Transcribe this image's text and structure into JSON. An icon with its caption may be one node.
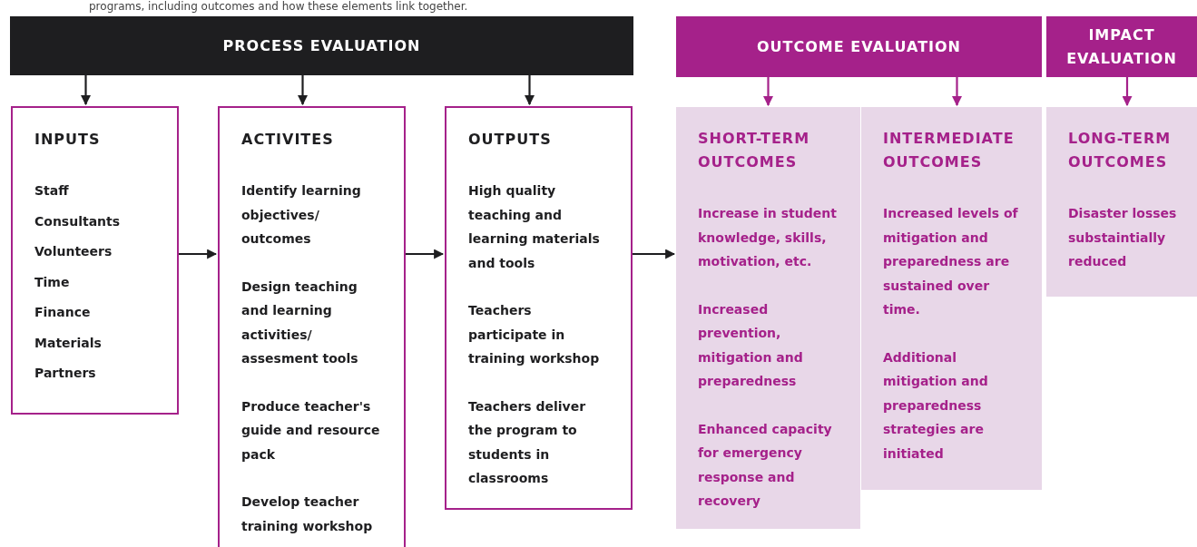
{
  "diagram": {
    "nodes": [
      {
        "text": [
          "PROCESS EVALUATION"
        ]
      },
      {
        "text": [
          "OUTCOME EVALUATION"
        ]
      },
      {
        "text": [
          "IMPACT EVALUATION"
        ]
      },
      {
        "text": [
          "INPUTS",
          "Staff",
          "Consultants",
          "Volunteers",
          "Time",
          "Finance",
          "Materials",
          "Partners"
        ]
      },
      {
        "text": [
          "ACTIVITES",
          "Identify learning objectives/ outcomes",
          "Design teaching and learning activities/ assesment tools",
          "Produce teacher's guide and resource pack",
          "Develop teacher training workshop"
        ]
      },
      {
        "text": [
          "OUTPUTS",
          "High quality teaching and learning materials and tools",
          "Teachers participate in training workshop",
          "Teachers deliver the program to students in classrooms"
        ]
      },
      {
        "text": [
          "SHORT-TERM OUTCOMES",
          "Increase in student knowledge, skills, motivation, etc.",
          "Increased prevention, mitigation and preparedness",
          "Enhanced capacity for emergency response and recovery"
        ]
      },
      {
        "text": [
          "INTERMEDIATE OUTCOMES",
          "Increased levels of mitigation and preparedness are sustained over time.",
          "Additional mitigation and preparedness strategies are initiated"
        ]
      },
      {
        "text": [
          "LONG-TERM OUTCOMES",
          "Disaster losses substaintially reduced"
        ]
      }
    ],
    "edges": [
      {
        "from": 0,
        "to": 3,
        "arrow": "to"
      },
      {
        "from": 0,
        "to": 4,
        "arrow": "to"
      },
      {
        "from": 0,
        "to": 5,
        "arrow": "to"
      },
      {
        "from": 1,
        "to": 6,
        "arrow": "to",
        "color": "#a5218a"
      },
      {
        "from": 1,
        "to": 7,
        "arrow": "to",
        "color": "#a5218a"
      },
      {
        "from": 2,
        "to": 8,
        "arrow": "to",
        "color": "#a5218a"
      },
      {
        "from": 3,
        "to": 4,
        "arrow": "to"
      },
      {
        "from": 4,
        "to": 5,
        "arrow": "to"
      },
      {
        "from": 5,
        "to": 6,
        "arrow": "to"
      }
    ],
    "labels": [
      "programs, including outcomes and how these elements link together."
    ]
  }
}
